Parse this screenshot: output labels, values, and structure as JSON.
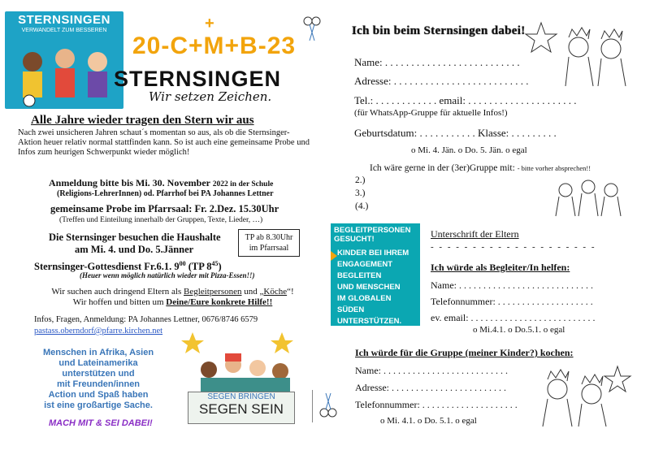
{
  "logo": {
    "title": "STERNSINGEN",
    "subtitle": "VERWANDELT ZUM BESSEREN"
  },
  "header": {
    "year": "20-C+M+B-23",
    "cross": "+",
    "title": "STERNSINGEN",
    "tagline": "Wir setzen Zeichen."
  },
  "left": {
    "heading": "Alle Jahre wieder tragen den Stern wir aus",
    "intro": "Nach zwei unsicheren Jahren schaut´s momentan so aus, als ob die Sternsinger-Aktion heuer relativ normal stattfinden kann. So ist auch eine gemeinsame Probe und Infos zum heurigen Schwerpunkt wieder möglich!",
    "anmeldung": "Anmeldung bitte bis Mi. 30. November",
    "anmeldung_small": "2022 in der Schule",
    "anmeldung2": "(Religions-LehrerInnen) od.  Pfarrhof bei PA Johannes Lettner",
    "probe": "gemeinsame Probe im Pfarrsaal: Fr. 2.Dez. 15.30Uhr",
    "probe2": "(Treffen und Einteilung innerhalb der Gruppen, Texte, Lieder, …)",
    "besuch1": "Die Sternsinger besuchen die Haushalte",
    "besuch2": "am Mi. 4. und Do. 5.Jänner",
    "tp_line1": "TP ab 8.30Uhr",
    "tp_line2": "im Pfarrsaal",
    "gottesdienst": "Sternsinger-Gottesdienst Fr.6.1. 9",
    "gd_sup1": "00",
    "gd_mid": " (TP 8",
    "gd_sup2": "45",
    "gd_end": ")",
    "gottesdienst2": "(Heuer wenn möglich natürlich wieder mit Pizza-Essen!!)",
    "suchen_a": "Wir suchen auch dringend Eltern als ",
    "suchen_b": "Begleitpersonen",
    "suchen_c": " und „",
    "suchen_d": "Köche",
    "suchen_e": "“!",
    "hoffen_a": "Wir hoffen und bitten um ",
    "hoffen_b": "Deine/Eure konkrete Hilfe!!",
    "infos": "Infos, Fragen, Anmeldung: PA Johannes Lettner, 0676/8746 6579",
    "email": "pastass.oberndorf@pfarre.kirchen.net",
    "blue_lines": [
      "Menschen in Afrika, Asien",
      "und Lateinamerika",
      "unterstützen und",
      "mit Freunden/innen",
      "Action und Spaß haben",
      "ist eine großartige Sache."
    ],
    "mach_mit": "MACH MIT & SEI DABEI!",
    "sign_small": "SEGEN BRINGEN",
    "sign_big": "SEGEN SEIN"
  },
  "right": {
    "heading": "Ich bin beim Sternsingen dabei!",
    "name": "Name:  . . . . . . . . . . . . . . . . . . . . . . . . . .",
    "adresse": "Adresse: . . . . . . . . . . . . . . . . . . . . . . . . . .",
    "tel": "Tel.: . . . . . . . . . . . . email: . . . . . . . . . . . . . . . . . . . . .",
    "whatsapp": "(für WhatsApp-Gruppe für aktuelle Infos!)",
    "geburt": "Geburtsdatum: . . . . . . . . . . . Klasse: . . . . . . . . .",
    "options": "o Mi. 4. Jän.     o Do. 5. Jän.     o egal",
    "gruppe": "Ich wäre gerne in der (3er)Gruppe mit: ",
    "gruppe_small": "- bitte vorher absprechen!!",
    "g2": "2.)",
    "g3": "3.)",
    "g4": "(4.)",
    "promo_title": "BEGLEITPERSONEN GESUCHT!",
    "promo_lines": [
      "KINDER BEI IHREM",
      "ENGAGEMENT BEGLEITEN",
      "UND MENSCHEN",
      "IM GLOBALEN SÜDEN",
      "UNTERSTÜTZEN."
    ],
    "unterschrift": "Unterschrift der Eltern",
    "dashes": "- - - - - - - - - - - - - - - - - - - -",
    "begleiter": "Ich würde als Begleiter/In helfen:",
    "b_name": "Name: . . . . . . . . . . . . . . . . . . . . . . . . . . . .",
    "b_tel": "Telefonnummer: . . . . . . . . . . . . . . . . . . . .",
    "b_email": "ev. email: . . . . . . . . . . . . . . . . . . . . . . . . . .",
    "b_options": "o Mi.4.1.     o Do.5.1.     o egal",
    "kochen": "Ich würde für die Gruppe (meiner Kinder?) kochen:",
    "k_name": "Name: . . . . . . . . . . . . . . . . . . . . . . . . . .",
    "k_adresse": "Adresse: . . . . . . . . . . . . . . . . . . . . . . . .",
    "k_tel": "Telefonnummer: . . . . . . . . . . . . . . . . . . . .",
    "k_options": "o Mi. 4.1.     o Do. 5.1.     o egal"
  },
  "colors": {
    "accent_orange": "#f2a40c",
    "logo_blue": "#1ea3c6",
    "text_blue": "#3a76b8",
    "purple": "#8a2ec5",
    "promo_teal": "#0ba7b2"
  },
  "icons": [
    "scissors-icon",
    "star-icon",
    "crown-icon"
  ]
}
